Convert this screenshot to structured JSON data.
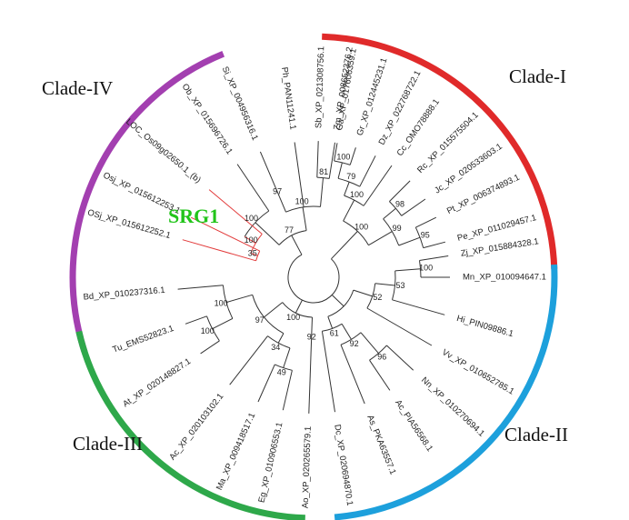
{
  "clades": {
    "c1": {
      "label": "Clade-I",
      "color": "#e02a2a"
    },
    "c2": {
      "label": "Clade-II",
      "color": "#1da0dc"
    },
    "c3": {
      "label": "Clade-III",
      "color": "#2ea84a"
    },
    "c4": {
      "label": "Clade-IV",
      "color": "#a33fb0"
    }
  },
  "highlight": {
    "label": "SRG1",
    "color": "#22c41a",
    "branch_color": "#e23a3a"
  },
  "leaves": [
    "Zm_XP_008652376.2",
    "Sb_XP_021308756.1",
    "Ph_PAN11241.1",
    "Si_XP_004956316.1",
    "Ob_XP_015696726.1",
    "LOC_Os09g02650.1_(b)",
    "Osj_XP_015612253.1",
    "OSj_XP_015612252.1",
    "Bd_XP_010237316.1",
    "Tu_EMS52823.1",
    "At_XP_020148827.1",
    "Ac_XP_020103102.1",
    "Ma_XP_009418517.1",
    "Eg_XP_010906553.1",
    "Ao_XP_020265579.1",
    "Dc_XP_020694870.1",
    "As_PKA63557.1",
    "Ac_PIA56568.1",
    "Nn_XP_010270694.1",
    "Vv_XP_010652785.1",
    "Hi_PIN09886.1",
    "Mn_XP_010094647.1",
    "Zj_XP_015884328.1",
    "Pe_XP_011029457.1",
    "Pt_XP_006374893.1",
    "Jc_XP_020533603.1",
    "Rc_XP_015575504.1",
    "Cc_OMO78888.1",
    "Dz_XP_022768722.1",
    "Gr_XP_012445231.1",
    "Ga_XP_017606359.1"
  ],
  "bootstrap": [
    "81",
    "97",
    "100",
    "77",
    "100",
    "100",
    "35",
    "100",
    "100",
    "100",
    "97",
    "34",
    "92",
    "49",
    "61",
    "92",
    "52",
    "53",
    "100",
    "96",
    "100",
    "98",
    "95",
    "99",
    "100",
    "79",
    "100",
    "81",
    "100"
  ]
}
